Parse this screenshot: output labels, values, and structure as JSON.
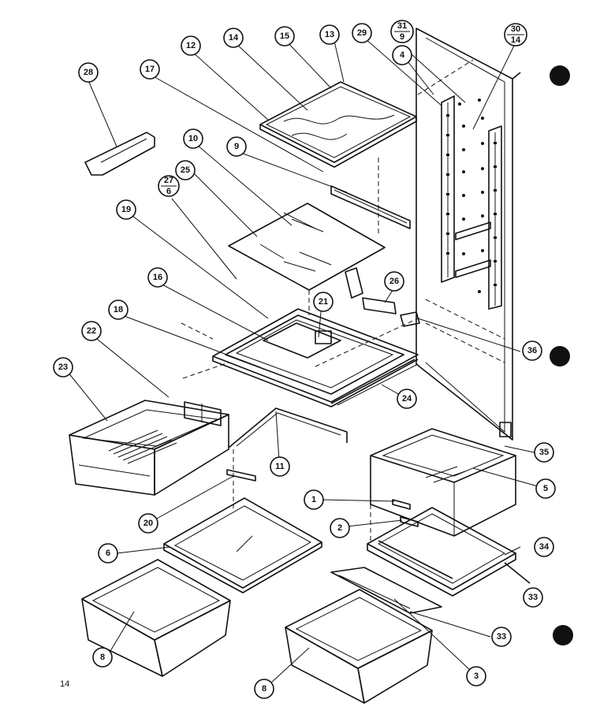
{
  "page_number": "14",
  "callouts": [
    {
      "id": "c1",
      "label": "1"
    },
    {
      "id": "c2",
      "label": "2"
    },
    {
      "id": "c3",
      "label": "3"
    },
    {
      "id": "c4",
      "label": "4"
    },
    {
      "id": "c5",
      "label": "5"
    },
    {
      "id": "c6a",
      "label": "6"
    },
    {
      "id": "c8a",
      "label": "8"
    },
    {
      "id": "c8b",
      "label": "8"
    },
    {
      "id": "c9",
      "label": "9"
    },
    {
      "id": "c10",
      "label": "10"
    },
    {
      "id": "c11",
      "label": "11"
    },
    {
      "id": "c12",
      "label": "12"
    },
    {
      "id": "c13",
      "label": "13"
    },
    {
      "id": "c14",
      "label": "14"
    },
    {
      "id": "c15",
      "label": "15"
    },
    {
      "id": "c16",
      "label": "16"
    },
    {
      "id": "c17",
      "label": "17"
    },
    {
      "id": "c18",
      "label": "18"
    },
    {
      "id": "c19",
      "label": "19"
    },
    {
      "id": "c20",
      "label": "20"
    },
    {
      "id": "c21",
      "label": "21"
    },
    {
      "id": "c22",
      "label": "22"
    },
    {
      "id": "c23",
      "label": "23"
    },
    {
      "id": "c24",
      "label": "24"
    },
    {
      "id": "c25",
      "label": "25"
    },
    {
      "id": "c26",
      "label": "26"
    },
    {
      "id": "c28",
      "label": "28"
    },
    {
      "id": "c29",
      "label": "29"
    },
    {
      "id": "c33a",
      "label": "33"
    },
    {
      "id": "c33b",
      "label": "33"
    },
    {
      "id": "c34",
      "label": "34"
    },
    {
      "id": "c35",
      "label": "35"
    },
    {
      "id": "c36",
      "label": "36"
    }
  ],
  "fraction_callouts": [
    {
      "id": "f31",
      "top": "31",
      "bottom": "9"
    },
    {
      "id": "f30",
      "top": "30",
      "bottom": "14"
    },
    {
      "id": "f27",
      "top": "27",
      "bottom": "6"
    }
  ]
}
